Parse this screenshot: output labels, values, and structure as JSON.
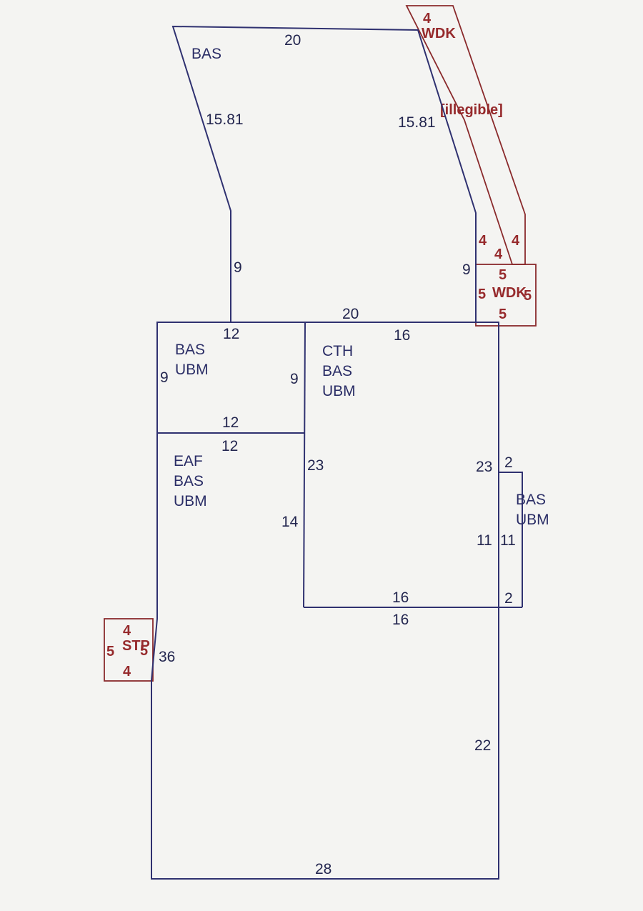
{
  "colors": {
    "background": "#f4f4f2",
    "wall_line": "#2f3170",
    "deck_line": "#8a2a2c",
    "wall_text": "#23264f",
    "deck_text": "#962a2c"
  },
  "upper_section": {
    "label": "BAS",
    "dims": {
      "top": "20",
      "left_slope": "15.81",
      "right_slope": "15.81",
      "left_side": "9",
      "right_side": "9",
      "bottom": "20"
    }
  },
  "room_bas_ubm": {
    "labels": [
      "BAS",
      "UBM"
    ],
    "dims": {
      "top": "12",
      "left": "9",
      "right": "9",
      "bottom": "12"
    }
  },
  "room_cth": {
    "labels": [
      "CTH",
      "BAS",
      "UBM"
    ],
    "dims": {
      "top": "16",
      "left": "23",
      "right": "23",
      "bottom": "16"
    }
  },
  "room_eaf": {
    "labels": [
      "EAF",
      "BAS",
      "UBM"
    ],
    "dims": {
      "top": "12",
      "left": "14"
    }
  },
  "bump_out": {
    "labels": [
      "BAS",
      "UBM"
    ],
    "dims": {
      "top": "2",
      "left": "11",
      "right": "11",
      "bottom": "2"
    }
  },
  "lower_section": {
    "dims": {
      "top": "16",
      "left": "36",
      "right": "22",
      "bottom": "28"
    }
  },
  "wood_deck_large": {
    "label": "WDK",
    "overlap_text": "[illegible]",
    "dims": {
      "top": "4",
      "side_a": "4",
      "side_b": "4",
      "bottom": "4"
    }
  },
  "wood_deck_small": {
    "label": "WDK",
    "dims": {
      "top": "5",
      "left": "5",
      "right": "5",
      "bottom": "5"
    }
  },
  "stoop": {
    "label": "STP",
    "dims": {
      "top": "4",
      "left": "5",
      "right": "5",
      "bottom": "4"
    }
  }
}
